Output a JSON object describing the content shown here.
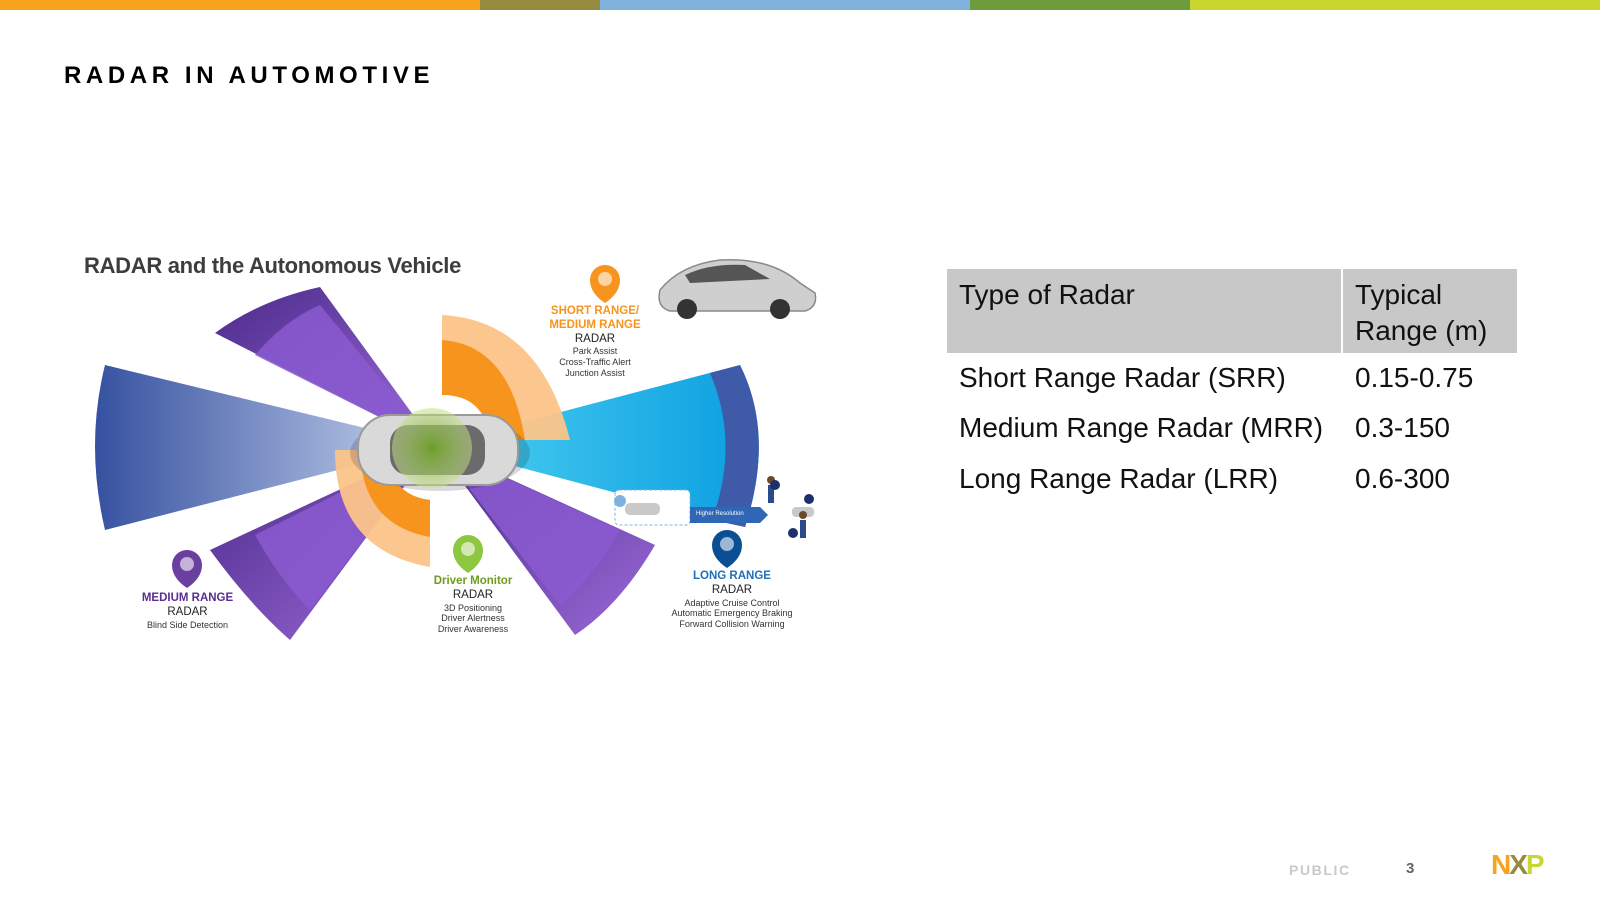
{
  "colors": {
    "bar": [
      "#f9a21d",
      "#968a3e",
      "#7fb3de",
      "#6e9c3d",
      "#c9d630"
    ],
    "orange": "#f7941d",
    "purple": "#6b3fa0",
    "blue": "#3651a0",
    "cyan": "#00aeef",
    "green": "#8dc63f",
    "table_header": "#c8c8c8"
  },
  "slide": {
    "title": "RADAR IN AUTOMOTIVE",
    "classification": "PUBLIC",
    "page_number": "3",
    "logo": {
      "n": "N",
      "x": "X",
      "p": "P"
    }
  },
  "figure": {
    "title": "RADAR and the Autonomous Vehicle",
    "short_medium": {
      "heading_line1": "SHORT RANGE/",
      "heading_line2": "MEDIUM RANGE",
      "radar": "RADAR",
      "features": [
        "Park Assist",
        "Cross-Traffic Alert",
        "Junction Assist"
      ]
    },
    "medium": {
      "heading": "MEDIUM RANGE",
      "radar": "RADAR",
      "features": [
        "Blind Side Detection"
      ]
    },
    "driver_monitor": {
      "heading": "Driver Monitor",
      "radar": "RADAR",
      "features": [
        "3D Positioning",
        "Driver Alertness",
        "Driver Awareness"
      ]
    },
    "long": {
      "heading": "LONG RANGE",
      "radar": "RADAR",
      "features": [
        "Adaptive Cruise Control",
        "Automatic Emergency Braking",
        "Forward Collision Warning"
      ]
    },
    "higher_resolution": "Higher Resolution"
  },
  "table": {
    "headers": [
      "Type of Radar",
      "Typical Range (m)"
    ],
    "rows": [
      [
        "Short Range Radar (SRR)",
        "0.15-0.75"
      ],
      [
        "Medium Range Radar (MRR)",
        "0.3-150"
      ],
      [
        "Long Range Radar (LRR)",
        "0.6-300"
      ]
    ]
  }
}
